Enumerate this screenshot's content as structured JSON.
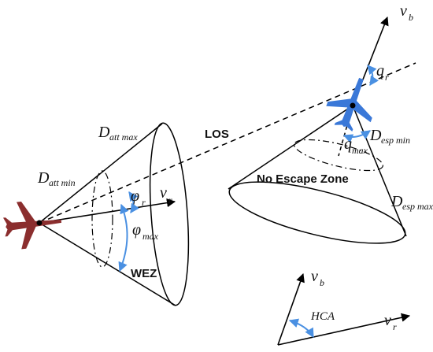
{
  "labels": {
    "los": "LOS",
    "wez": "WEZ",
    "no_escape_zone": "No Escape Zone",
    "v": "v",
    "b": "b",
    "r": "r",
    "q": "q",
    "max": "max",
    "phi": "φ",
    "D": "D",
    "att_max": "att max",
    "att_min": "att min",
    "esp_min": "esp min",
    "esp_max": "esp max",
    "hca": "HCA"
  },
  "colors": {
    "attacker_aircraft": "#8B2E2E",
    "target_aircraft": "#3A78D8",
    "angle_arc": "#4A90E2",
    "line": "#000000"
  }
}
